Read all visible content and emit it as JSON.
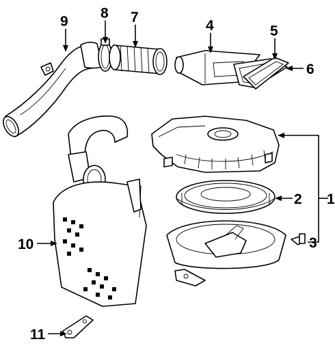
{
  "callouts": {
    "c1": "1",
    "c2": "2",
    "c3": "3",
    "c4": "4",
    "c5": "5",
    "c6": "6",
    "c7": "7",
    "c8": "8",
    "c9": "9",
    "c10": "10",
    "c11": "11"
  },
  "parts": [
    "air-cleaner-assembly",
    "air-filter-element",
    "clip",
    "intake-duct",
    "seal",
    "insert",
    "outlet-boot",
    "hose-clamp",
    "outlet-hose",
    "resonator",
    "bracket"
  ]
}
